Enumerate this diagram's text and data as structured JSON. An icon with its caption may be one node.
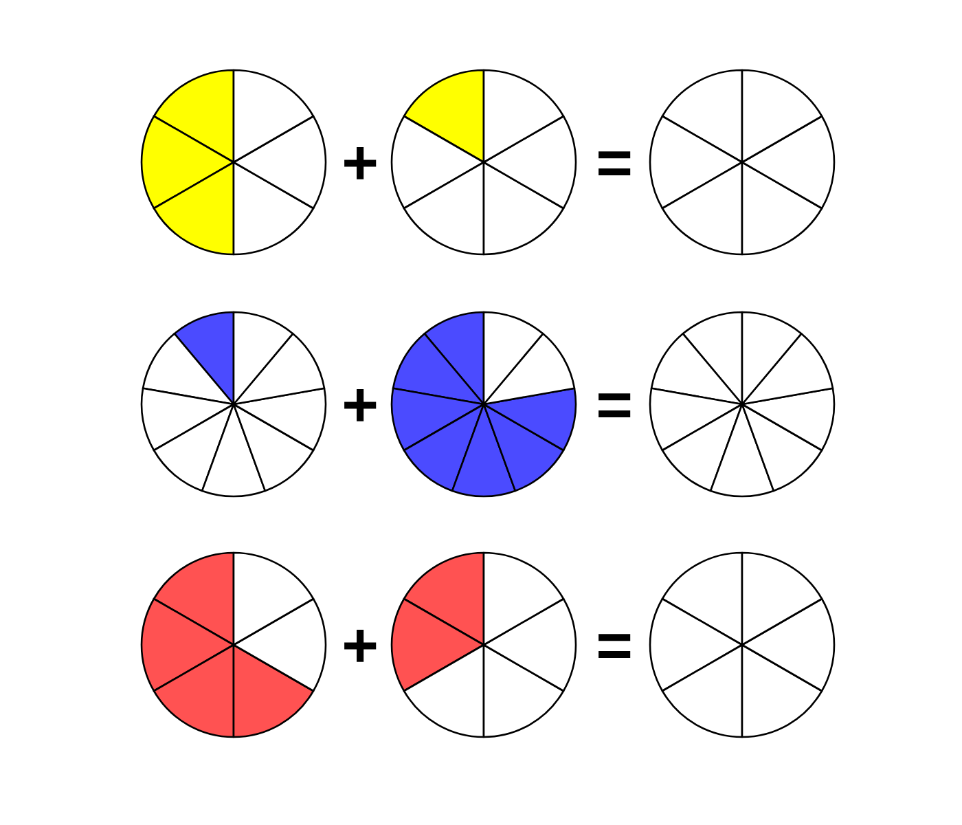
{
  "diagram": {
    "nodes": [
      {
        "text": [],
        "shape": "circle"
      },
      {
        "text": [],
        "shape": "circle"
      },
      {
        "text": [],
        "shape": "circle"
      },
      {
        "text": [],
        "shape": "circle"
      },
      {
        "text": [],
        "shape": "circle"
      },
      {
        "text": [],
        "shape": "circle"
      },
      {
        "text": [],
        "shape": "circle"
      },
      {
        "text": [],
        "shape": "circle"
      },
      {
        "text": [],
        "shape": "circle"
      }
    ],
    "labels": [
      "+",
      "=",
      "+",
      "=",
      "+",
      "="
    ]
  }
}
